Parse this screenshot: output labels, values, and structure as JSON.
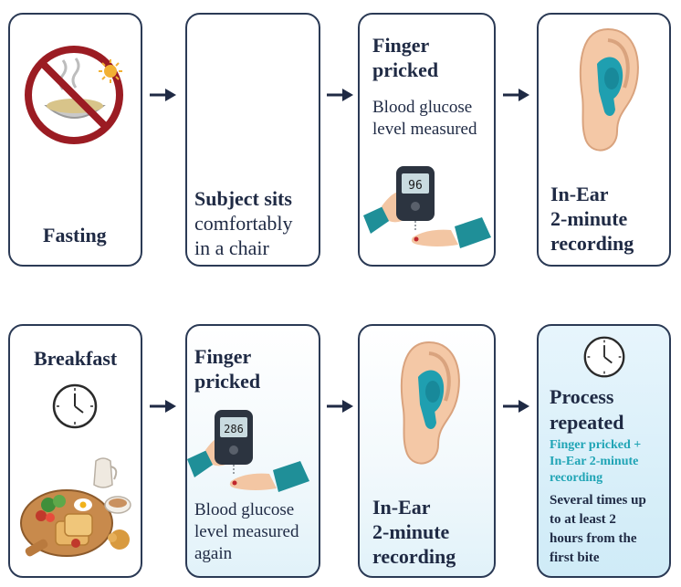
{
  "steps": {
    "fasting": {
      "label": "Fasting"
    },
    "sit": {
      "bold": "Subject sits",
      "line2": "comfortably",
      "line3": "in a chair"
    },
    "prick1": {
      "title1": "Finger",
      "title2": "pricked",
      "desc1": "Blood glucose",
      "desc2": "level measured",
      "meter": "96"
    },
    "rec1": {
      "l1": "In-Ear",
      "l2": "2-minute",
      "l3": "recording"
    },
    "breakfast": {
      "label": "Breakfast"
    },
    "prick2": {
      "title1": "Finger",
      "title2": "pricked",
      "meter": "286",
      "desc1": "Blood glucose",
      "desc2": "level measured",
      "desc3": "again"
    },
    "rec2": {
      "l1": "In-Ear",
      "l2": "2-minute",
      "l3": "recording"
    },
    "repeat": {
      "title1": "Process",
      "title2": "repeated",
      "sub1": "Finger pricked +",
      "sub2": "In-Ear 2-minute",
      "sub3": "recording",
      "note1": "Several times up",
      "note2": "to at least 2",
      "note3": "hours from the",
      "note4": "first bite"
    }
  },
  "colors": {
    "border": "#2b3a55",
    "arrow": "#1f2a44",
    "teal": "#1fa4b5",
    "ear": "#f4c8a6",
    "earbud": "#1f9fb0",
    "noSign": "#9b1c23"
  },
  "icons": [
    "no-food-icon",
    "glucose-meter-icon",
    "ear-icon",
    "clock-icon",
    "breakfast-icon"
  ]
}
